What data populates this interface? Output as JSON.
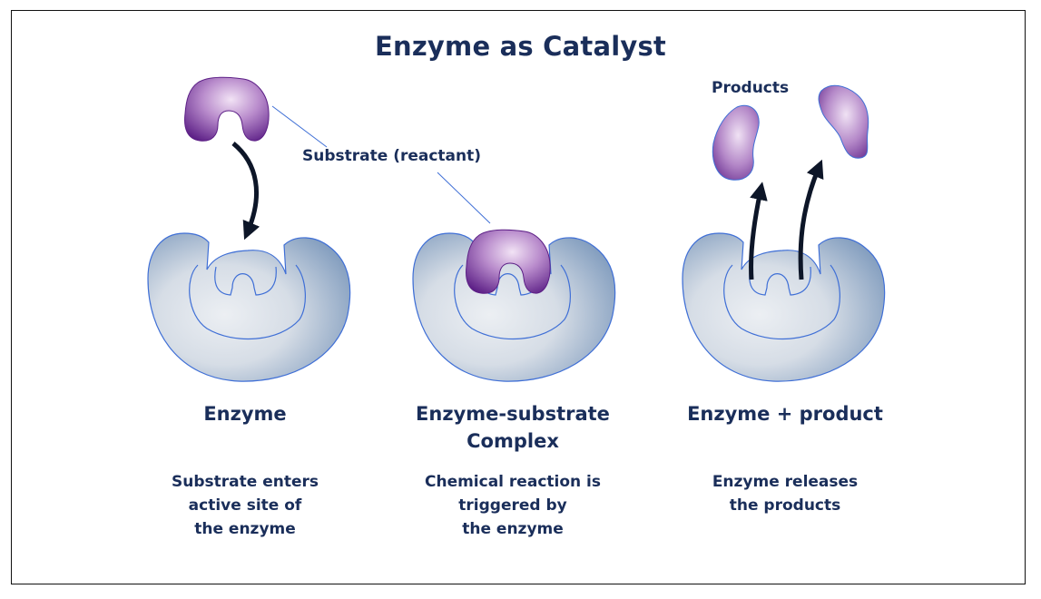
{
  "title": "Enzyme as Catalyst",
  "labels": {
    "substrate": "Substrate (reactant)",
    "products": "Products"
  },
  "stages": [
    {
      "name": [
        "Enzyme"
      ],
      "description": [
        "Substrate enters",
        "active site of",
        "the enzyme"
      ]
    },
    {
      "name": [
        "Enzyme-substrate",
        "Complex"
      ],
      "description": [
        "Chemical reaction is",
        "triggered by",
        "the enzyme"
      ]
    },
    {
      "name": [
        "Enzyme + product"
      ],
      "description": [
        "Enzyme releases",
        "the products"
      ]
    }
  ],
  "colors": {
    "text": "#1a2e5a",
    "enzyme_light": "#e4e8ee",
    "enzyme_dark": "#7593b8",
    "enzyme_outline": "#3f6fd6",
    "substrate_light": "#ecd8f0",
    "substrate_dark": "#6a2a90",
    "arrow": "#0d1628"
  }
}
